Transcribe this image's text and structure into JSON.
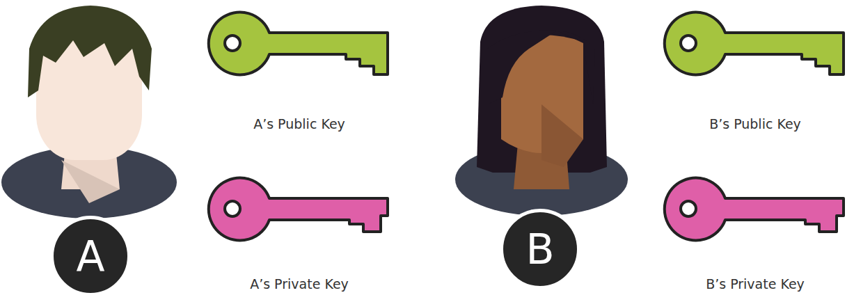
{
  "diagram": {
    "nodes": [
      {
        "text": [
          "A"
        ]
      },
      {
        "text": [
          "B"
        ]
      }
    ],
    "labels": [
      "A’s Public Key",
      "A’s Private Key",
      "B’s Public Key",
      "B’s Private Key"
    ]
  }
}
